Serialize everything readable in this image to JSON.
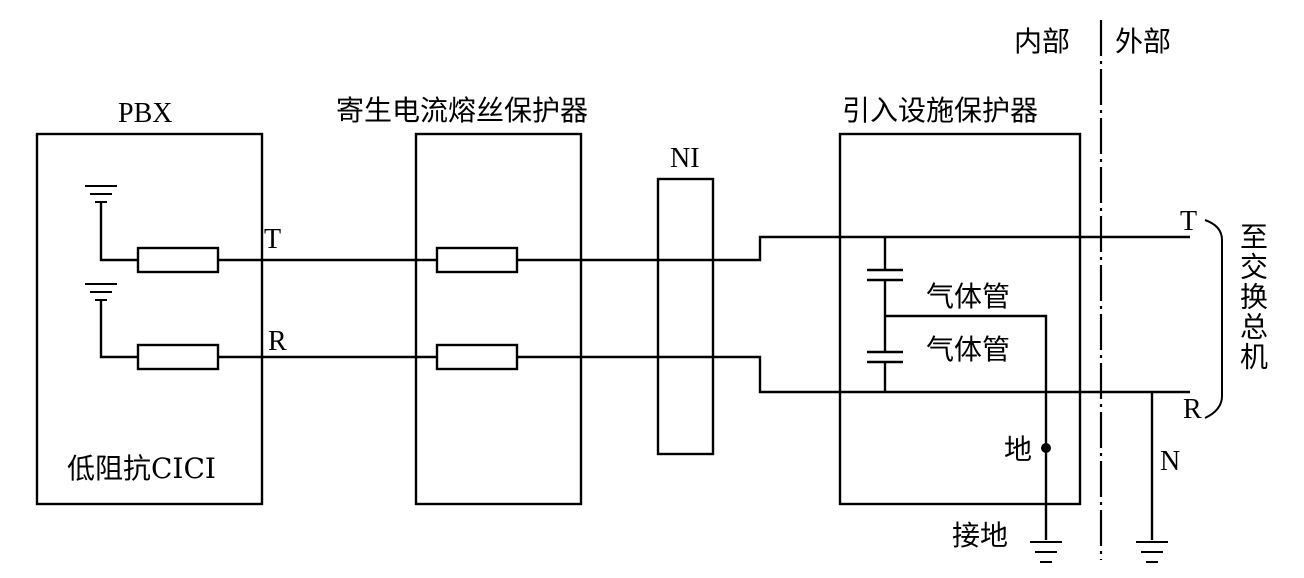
{
  "labels": {
    "inside": "内部",
    "outside": "外部",
    "pbx": "PBX",
    "fuse_protector": "寄生电流熔丝保护器",
    "entrance_protector": "引入设施保护器",
    "ni": "NI",
    "pbx_t": "T",
    "pbx_r": "R",
    "line_t": "T",
    "line_r": "R",
    "gas_tube_1": "气体管",
    "gas_tube_2": "气体管",
    "ground": "地",
    "earth": "接地",
    "neutral": "N",
    "to_exchange": "至交换总机",
    "cici": "低阻抗CICI"
  }
}
